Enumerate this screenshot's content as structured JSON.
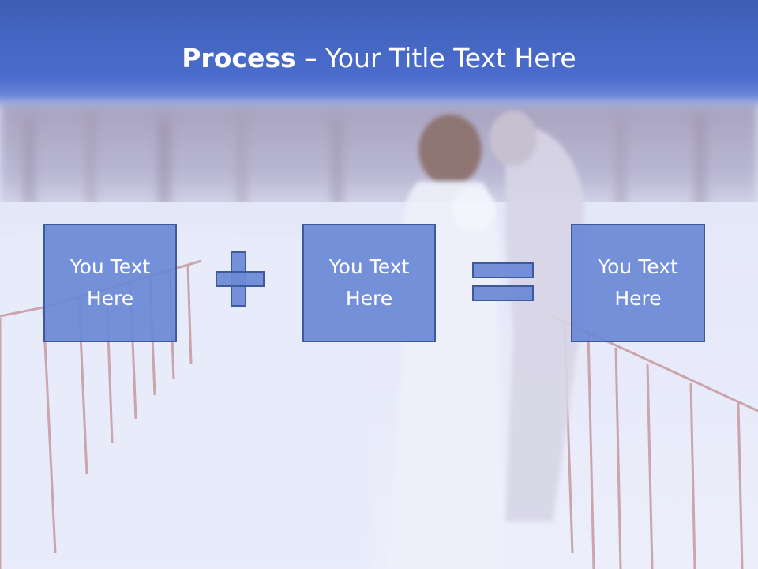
{
  "title": {
    "bold": "Process",
    "rest": " – Your Title Text Here"
  },
  "boxes": [
    {
      "label": "You Text\nHere"
    },
    {
      "label": "You Text\nHere"
    },
    {
      "label": "You Text\nHere"
    }
  ],
  "colors": {
    "title_bar": "#4566c2",
    "box_fill": "#6a89d6",
    "box_border": "#3e5a9a",
    "text": "#ffffff"
  }
}
